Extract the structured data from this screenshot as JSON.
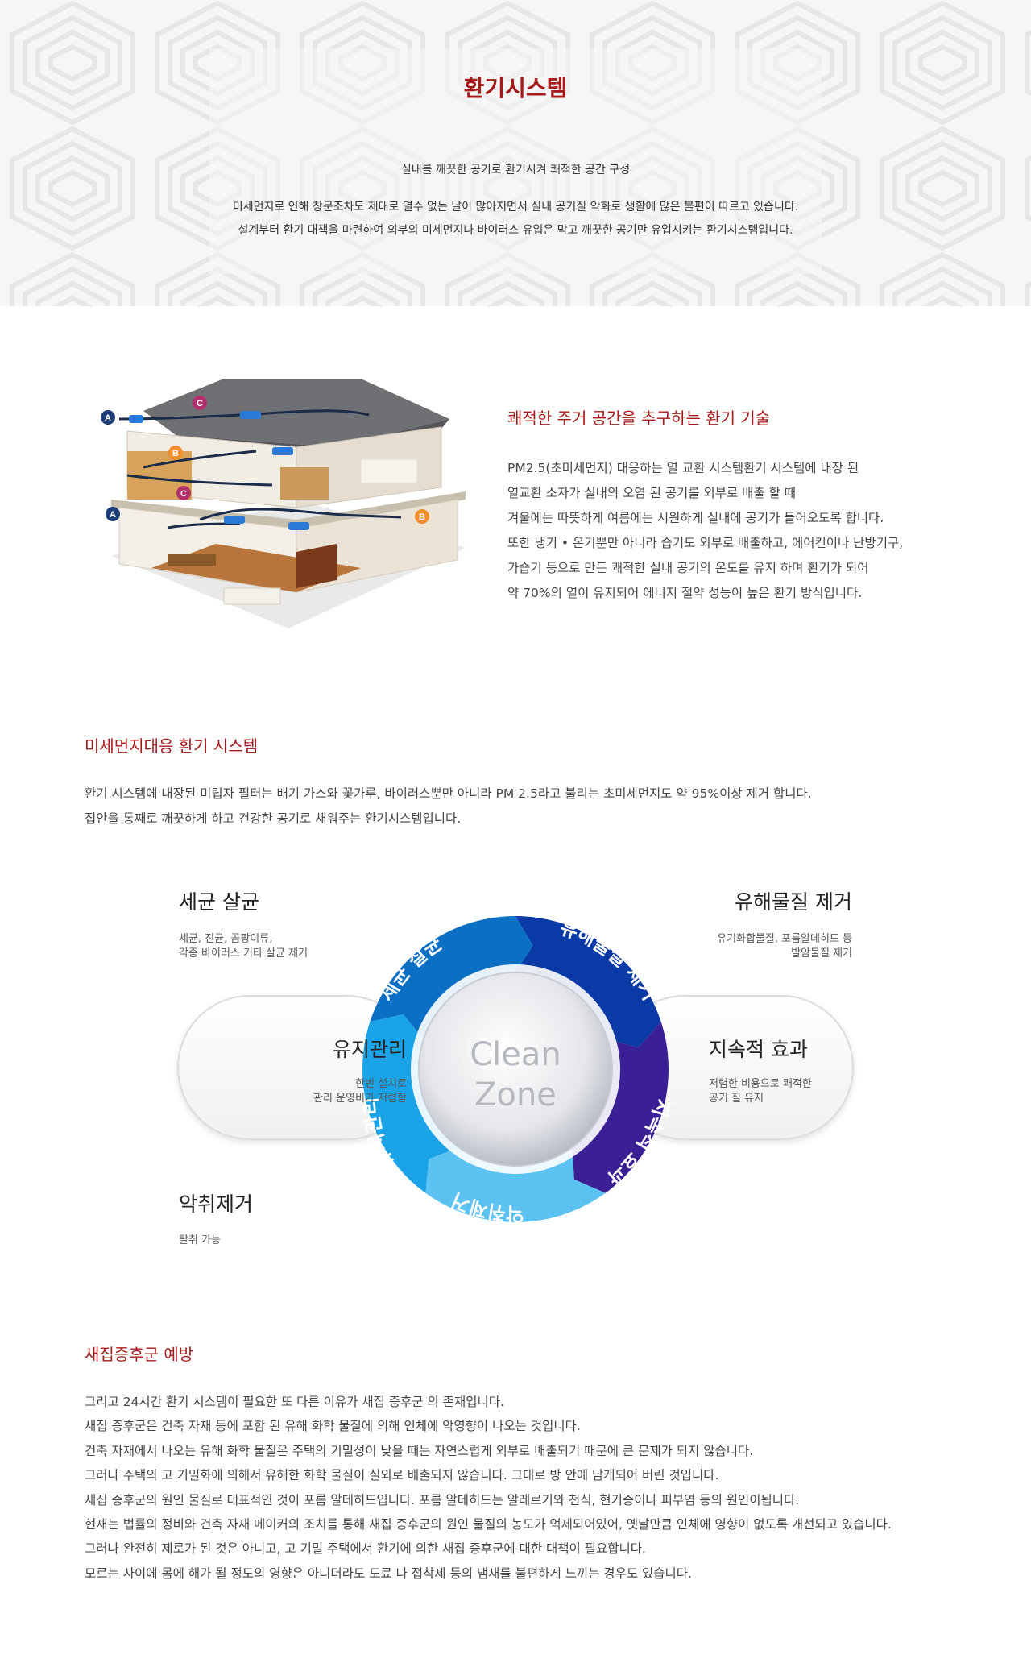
{
  "header": {
    "title": "환기시스템",
    "subtitle": "실내를 깨끗한 공기로 환기시켜 쾌적한 공간 구성",
    "desc_lines": [
      "미세먼지로 인해 창문조차도 제대로 열수 없는 날이 많아지면서 실내 공기질 악화로 생활에 많은 불편이 따르고 있습니다.",
      "설계부터 환기 대책을 마련하여 외부의 미세먼지나 바이러스 유입은 막고 깨끗한 공기만 유입시키는 환기시스템입니다."
    ]
  },
  "section1": {
    "heading": "쾌적한 주거 공간을 추구하는 환기 기술",
    "lines": [
      "PM2.5(초미세먼지) 대응하는 열 교환 시스템환기 시스템에 내장 된",
      "열교환 소자가 실내의 오염 된 공기를 외부로 배출 할 때",
      "겨울에는 따뜻하게 여름에는 시원하게 실내에 공기가 들어오도록 합니다.",
      "또한 냉기 • 온기뿐만 아니라 습기도 외부로 배출하고, 에어컨이나 난방기구,",
      "가습기 등으로 만든 쾌적한 실내 공기의 온도를 유지 하며 환기가 되어",
      "약 70%의 열이 유지되어 에너지 절약 성능이 높은 환기 방식입니다."
    ],
    "house_markers": [
      "A",
      "B",
      "C"
    ]
  },
  "section2": {
    "heading": "미세먼지대응 환기 시스템",
    "lines": [
      "환기 시스템에 내장된 미립자 필터는 배기 가스와 꽃가루, 바이러스뿐만 아니라  PM 2.5라고 불리는 초미세먼지도 약 95%이상 제거 합니다.",
      "집안을 통째로 깨끗하게 하고 건강한 공기로 채워주는 환기시스템입니다."
    ],
    "features": {
      "sterilize": {
        "title": "세균 살균",
        "desc": [
          "세균, 진균, 곰팡이류,",
          "각종 바이러스 기타 살균 제거"
        ]
      },
      "harmful": {
        "title": "유해물질 제거",
        "desc": [
          "유기화합물질, 포름알데히드 등",
          "발암물질 제거"
        ]
      },
      "maintenance": {
        "title": "유지관리",
        "desc": [
          "한번 설치로",
          "관리 운영비가 저렴함"
        ]
      },
      "lasting": {
        "title": "지속적 효과",
        "desc": [
          "저렴한 비용으로 쾌적한",
          "공기 질 유지"
        ]
      },
      "odor": {
        "title": "악취제거",
        "desc": [
          "탈취 가능"
        ]
      }
    },
    "ring": {
      "segments": [
        "세균 살균",
        "유해물질 제거",
        "지속적 효과",
        "악취제거",
        "유지관리"
      ],
      "center_line1": "Clean",
      "center_line2": "Zone",
      "colors": [
        "#0b6fc4",
        "#0a3aa5",
        "#3a1f95",
        "#5cc2f2",
        "#1aa3e6"
      ]
    }
  },
  "section3": {
    "heading": "새집증후군 예방",
    "lines": [
      "그리고 24시간 환기 시스템이 필요한 또 다른 이유가 새집 증후군 의 존재입니다.",
      "새집 증후군은 건축 자재 등에 포함 된 유해 화학 물질에 의해 인체에 악영향이 나오는 것입니다.",
      "건축 자재에서 나오는 유해 화학 물질은 주택의 기밀성이 낮을 때는  자연스럽게 외부로 배출되기 때문에 큰 문제가 되지 않습니다.",
      "그러나 주택의 고 기밀화에 의해서 유해한 화학 물질이 실외로 배출되지 않습니다. 그대로 방 안에 남게되어 버린 것입니다.",
      "새집 증후군의 원인 물질로 대표적인 것이 포름 알데히드입니다. 포름 알데히드는 알레르기와 천식, 현기증이나 피부염 등의 원인이됩니다.",
      "현재는 법률의 정비와 건축 자재 메이커의 조치를 통해 새집 증후군의 원인 물질의 농도가 억제되어있어, 옛날만큼 인체에 영향이 없도록 개선되고 있습니다.",
      "그러나 완전히 제로가 된 것은 아니고, 고 기밀 주택에서 환기에 의한 새집 증후군에 대한 대책이 필요합니다.",
      "모르는 사이에 몸에 해가 될 정도의 영향은 아니더라도 도료 나 접착제 등의 냄새를 불편하게 느끼는 경우도 있습니다."
    ]
  }
}
